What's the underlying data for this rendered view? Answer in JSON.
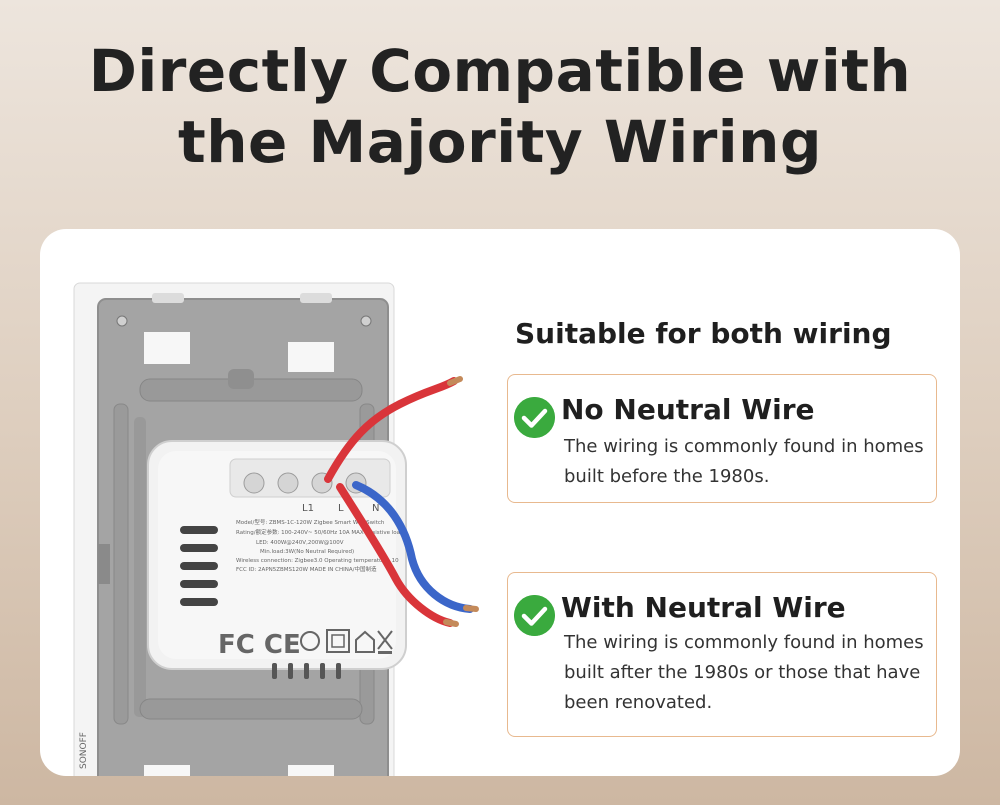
{
  "headline": {
    "line1": "Directly Compatible with",
    "line2": "the Majority Wiring"
  },
  "device": {
    "terminals": [
      "L1",
      "L",
      "N"
    ],
    "brand": "SONOFF",
    "label_lines": [
      "Model/型号: ZBMS-1C-120W  Zigbee Smart Wall Switch",
      "Rating/额定参数: 100-240V~ 50/60Hz 10A MAX Resistive load",
      "LED: 400W@240V,200W@100V",
      "Min.load:3W(No Neutral Required)",
      "Wireless connection: Zigbee3.0   Operating temperature: 10",
      "FCC ID: 2APN5ZBMS120W   MADE IN CHINA/中国制造"
    ],
    "cert_marks": "FC CE"
  },
  "panel": {
    "title": "Suitable for both wiring",
    "options": [
      {
        "icon": "check-circle-icon",
        "title": "No Neutral Wire",
        "desc": "The wiring is commonly found in homes built before the 1980s."
      },
      {
        "icon": "check-circle-icon",
        "title": "With Neutral Wire",
        "desc": "The wiring is commonly found in homes built after the 1980s or those that have been renovated."
      }
    ]
  },
  "colors": {
    "check": "#3aaa3e",
    "box_border": "#e8b98f",
    "wire_red": "#d9353a",
    "wire_blue": "#3b66c9",
    "backplate": "#a4a4a4"
  }
}
